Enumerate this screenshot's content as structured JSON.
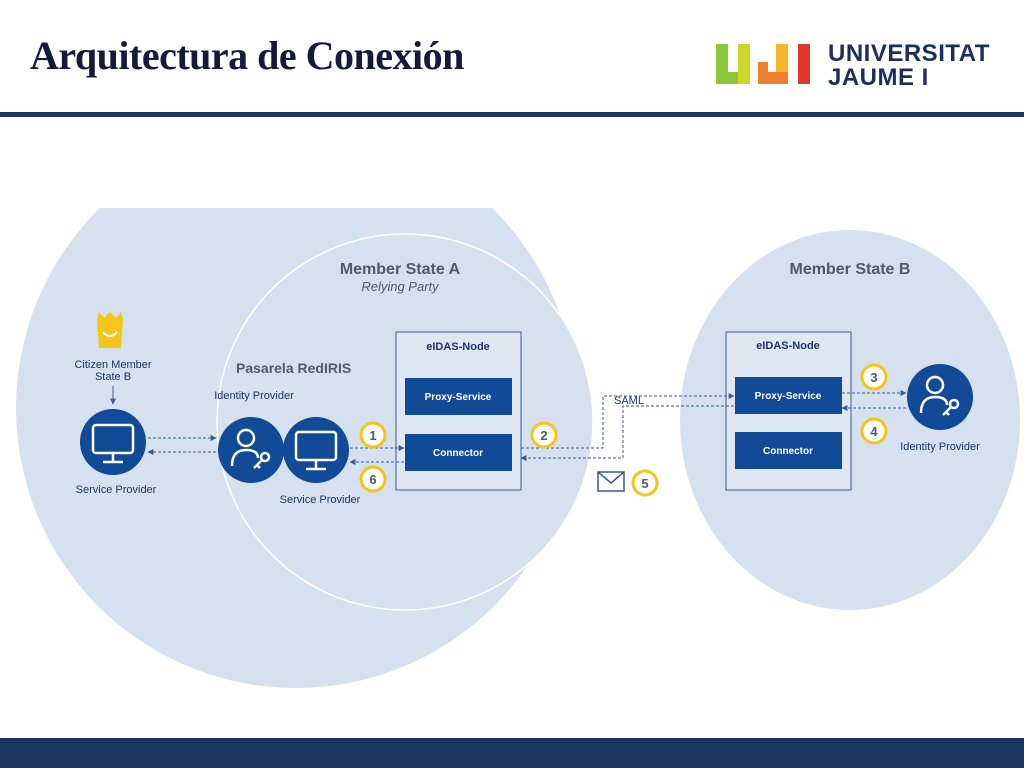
{
  "header": {
    "title": "Arquitectura de Conexión",
    "logo": {
      "letters": "UJI",
      "line1": "UNIVERSITAT",
      "line2": "JAUME I"
    }
  },
  "colors": {
    "navy": "#1b3660",
    "circle_fill": "#d6e1ef",
    "node_box": "#114a96",
    "step_ring": "#f5c518",
    "logo_green": "#8cc63f",
    "logo_yellow": "#f7b52c",
    "logo_orange": "#f07f2d",
    "logo_red": "#e2352c"
  },
  "diagram": {
    "member_state_a": {
      "title": "Member State A",
      "subtitle": "Relying Party"
    },
    "member_state_b": {
      "title": "Member State B"
    },
    "citizen": {
      "label_line1": "Citizen Member",
      "label_line2": "State B"
    },
    "service_provider_left": {
      "label": "Service Provider"
    },
    "pasarela": {
      "label": "Pasarela RedIRIS",
      "idp_label": "Identity Provider",
      "sp_label": "Service Provider"
    },
    "eidas_node_a": {
      "title": "eIDAS-Node",
      "proxy": "Proxy-Service",
      "connector": "Connector"
    },
    "eidas_node_b": {
      "title": "eIDAS-Node",
      "proxy": "Proxy-Service",
      "connector": "Connector"
    },
    "identity_provider_b": {
      "label": "Identity Provider"
    },
    "saml_label": "SAML",
    "steps": [
      "1",
      "2",
      "3",
      "4",
      "5",
      "6"
    ]
  }
}
